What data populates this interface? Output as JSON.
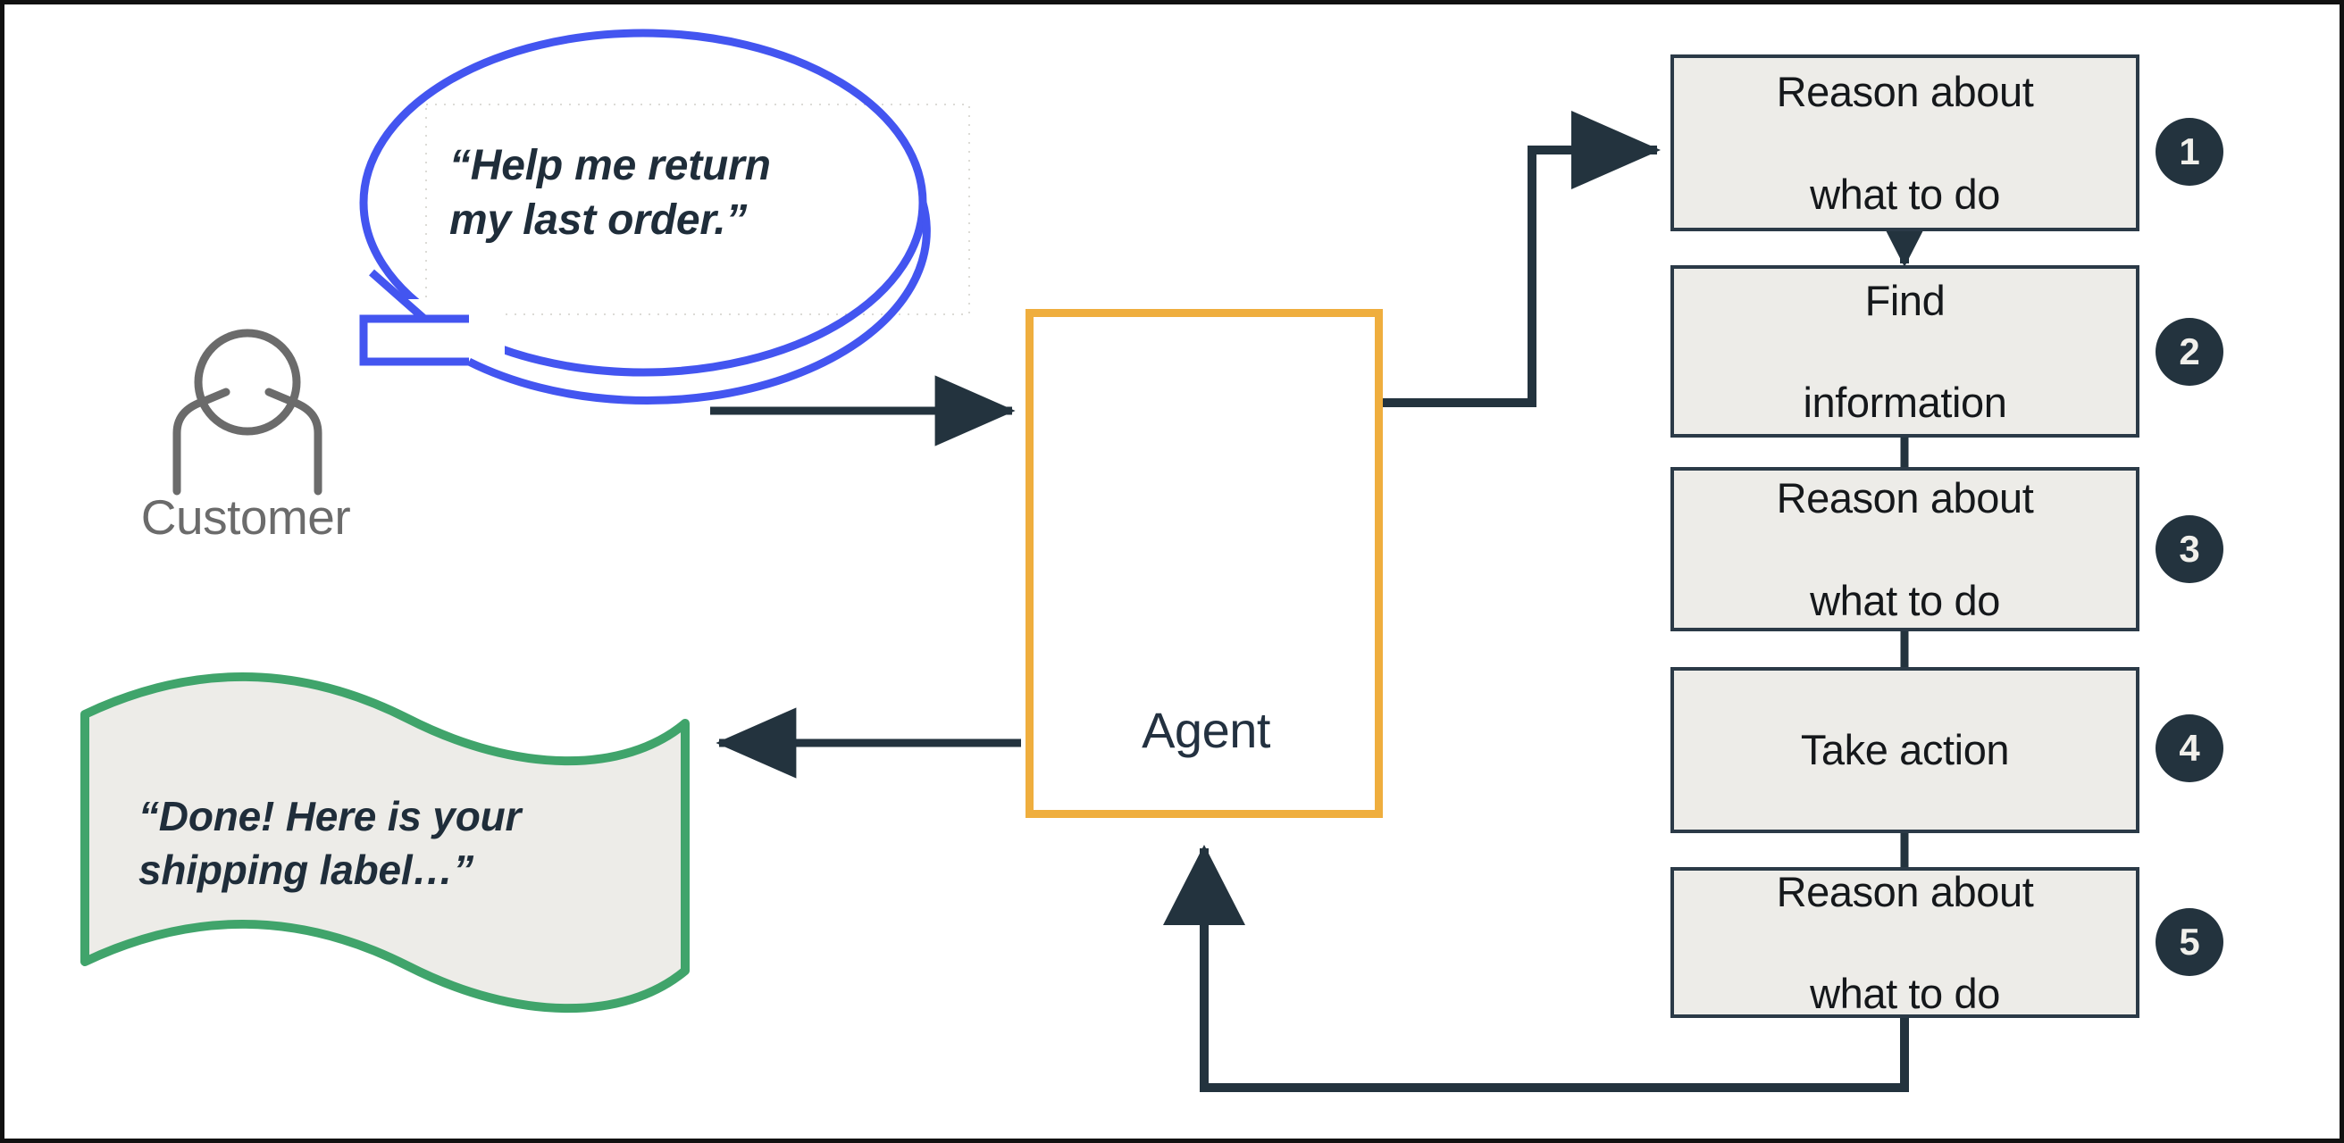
{
  "diagram": {
    "title": "Agent loop: customer request handled by an AI agent",
    "colors": {
      "bubble_stroke": "#4355F0",
      "banner_stroke": "#40A46B",
      "banner_fill": "#EDECE8",
      "agent_border": "#EFAE3E",
      "connector": "#23333E",
      "step_fill": "#EDECE8",
      "step_border": "#2B3A47",
      "badge_fill": "#23333E",
      "badge_text": "#F1F0EB",
      "customer_gray": "#6B6B6B",
      "outer_border": "#111111"
    }
  },
  "customer": {
    "label": "Customer",
    "icon": "person-icon",
    "request_bubble": {
      "line1": "“Help me return",
      "line2": "my last order.”"
    }
  },
  "response_banner": {
    "line1": "“Done! Here is your",
    "line2": "shipping label…”"
  },
  "agent": {
    "label": "Agent",
    "icon": "ai-network-gear-icon"
  },
  "steps": [
    {
      "number": "1",
      "line1": "Reason about",
      "line2": "what to do"
    },
    {
      "number": "2",
      "line1": "Find",
      "line2": "information"
    },
    {
      "number": "3",
      "line1": "Reason about",
      "line2": "what to do"
    },
    {
      "number": "4",
      "line1": "Take action",
      "line2": ""
    },
    {
      "number": "5",
      "line1": "Reason about",
      "line2": "what to do"
    }
  ],
  "connectors": [
    {
      "name": "customer-to-agent-arrow",
      "from": "customer",
      "to": "agent",
      "arrowhead": "right"
    },
    {
      "name": "agent-to-step1-arrow",
      "from": "agent",
      "to": "step-1",
      "arrowhead": "right"
    },
    {
      "name": "step1-to-step2-arrow",
      "from": "step-1",
      "to": "step-2",
      "arrowhead": "down"
    },
    {
      "name": "step2-to-step3-line",
      "from": "step-2",
      "to": "step-3",
      "arrowhead": "none"
    },
    {
      "name": "step3-to-step4-line",
      "from": "step-3",
      "to": "step-4",
      "arrowhead": "none"
    },
    {
      "name": "step4-to-step5-line",
      "from": "step-4",
      "to": "step-5",
      "arrowhead": "none"
    },
    {
      "name": "step5-to-agent-feedback-arrow",
      "from": "step-5",
      "to": "agent",
      "arrowhead": "up"
    },
    {
      "name": "agent-to-response-arrow",
      "from": "agent",
      "to": "response-banner",
      "arrowhead": "left"
    }
  ]
}
